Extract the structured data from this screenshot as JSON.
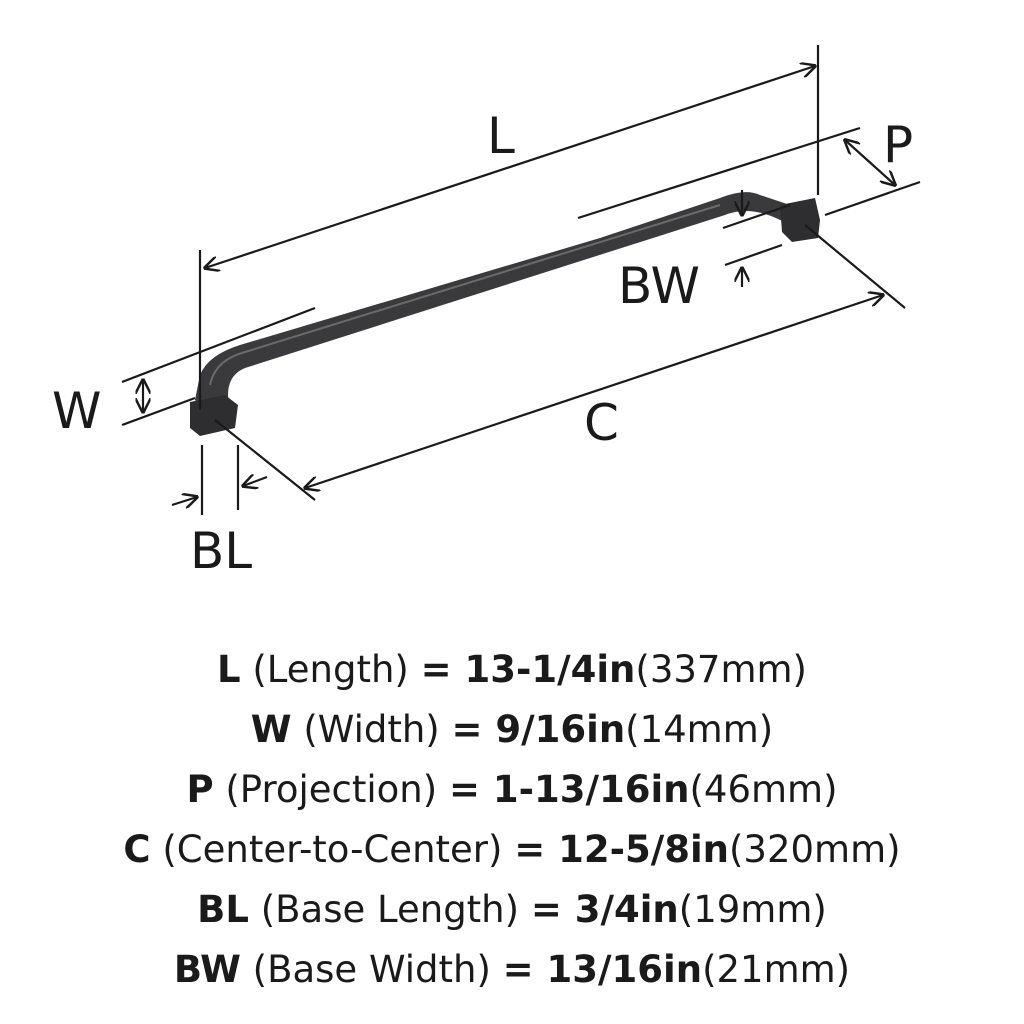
{
  "labels": {
    "L": "L",
    "P": "P",
    "BW": "BW",
    "W": "W",
    "C": "C",
    "BL": "BL"
  },
  "specs": [
    {
      "code": "L",
      "name": "(Length)",
      "imperial": "= 13-1/4in",
      "metric": "(337mm)"
    },
    {
      "code": "W",
      "name": "(Width)",
      "imperial": "= 9/16in",
      "metric": "(14mm)"
    },
    {
      "code": "P",
      "name": "(Projection)",
      "imperial": "= 1-13/16in",
      "metric": "(46mm)"
    },
    {
      "code": "C",
      "name": "(Center-to-Center)",
      "imperial": "= 12-5/8in",
      "metric": "(320mm)"
    },
    {
      "code": "BL",
      "name": "(Base Length)",
      "imperial": "= 3/4in",
      "metric": "(19mm)"
    },
    {
      "code": "BW",
      "name": "(Base Width)",
      "imperial": "= 13/16in",
      "metric": "(21mm)"
    }
  ],
  "colors": {
    "handle": "#3a3a3c",
    "handle_highlight": "#6a6a6c",
    "line": "#1a1a1a"
  }
}
